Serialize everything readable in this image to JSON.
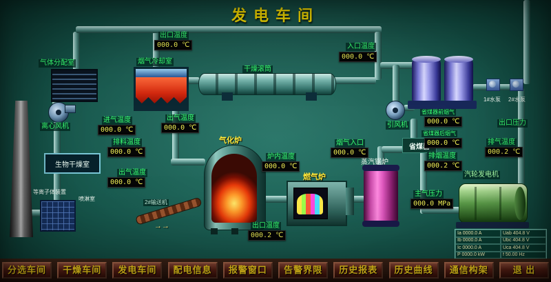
{
  "title": "发电车间",
  "equipment": {
    "gas_distribution": "气体分配室",
    "flue_cooling": "烟气冷却室",
    "drying_drum": "干燥滚筒",
    "centrifugal_fan": "离心风机",
    "bio_drying_room": "生物干燥室",
    "plasma_device": "等离子体装置",
    "spray_room": "喷淋室",
    "conveyor2": "2#输送机",
    "gasifier": "气化炉",
    "gas_furnace": "燃气炉",
    "steam_boiler": "蒸汽锅炉",
    "economizer": "省煤器",
    "induced_fan": "引风机",
    "turbine_generator": "汽轮发电机",
    "pump1": "1#水泵",
    "pump2": "2#水泵"
  },
  "gauges": [
    {
      "id": "outlet_temp_top",
      "label": "出口温度",
      "value": "000.0 ℃"
    },
    {
      "id": "inlet_temp_top",
      "label": "入口温度",
      "value": "000.0 ℃"
    },
    {
      "id": "intake_temp",
      "label": "进气温度",
      "value": "000.0 ℃"
    },
    {
      "id": "discharge_temp",
      "label": "排料温度",
      "value": "000.0 ℃"
    },
    {
      "id": "outgas_temp_left",
      "label": "出气温度",
      "value": "000.0 ℃"
    },
    {
      "id": "outgas_temp_mid",
      "label": "出气温度",
      "value": "000.0 ℃"
    },
    {
      "id": "furnace_inner_temp",
      "label": "炉内温度",
      "value": "000.0 ℃"
    },
    {
      "id": "flue_gas_inlet",
      "label": "烟气入口",
      "value": "000.0 ℃"
    },
    {
      "id": "furnace_outlet_temp",
      "label": "出口温度",
      "value": "000.2 ℃"
    },
    {
      "id": "eco_pre_flue",
      "label": "省煤器前烟气",
      "value": "000.0 ℃"
    },
    {
      "id": "eco_post_flue",
      "label": "省煤器后烟气",
      "value": "000.0 ℃"
    },
    {
      "id": "exhaust_flue_temp",
      "label": "排烟温度",
      "value": "000.2 ℃"
    },
    {
      "id": "main_steam_pressure",
      "label": "主气压力",
      "value": "000.0 MPa"
    },
    {
      "id": "exhaust_temp_right",
      "label": "排气温度",
      "value": "000.2 ℃"
    },
    {
      "id": "outlet_pressure",
      "label": "出口压力",
      "value": ""
    }
  ],
  "generator_table": {
    "rows": [
      [
        "Ia 0000.0 A",
        "Uab 404.8 V"
      ],
      [
        "Ib 0000.0 A",
        "Ubc 404.8 V"
      ],
      [
        "Ic 0000.0 A",
        "Uca 404.8 V"
      ],
      [
        "P 0000.0 kW",
        "f 50.00 Hz"
      ]
    ]
  },
  "misc": {
    "arrows": "→→"
  },
  "nav": {
    "items": [
      {
        "label": "分选车间"
      },
      {
        "label": "干燥车间"
      },
      {
        "label": "发电车间"
      },
      {
        "label": "配电信息"
      },
      {
        "label": "报警窗口"
      },
      {
        "label": "告警界限"
      },
      {
        "label": "历史报表"
      },
      {
        "label": "历史曲线"
      },
      {
        "label": "通信构架"
      },
      {
        "label": "退  出"
      }
    ]
  }
}
